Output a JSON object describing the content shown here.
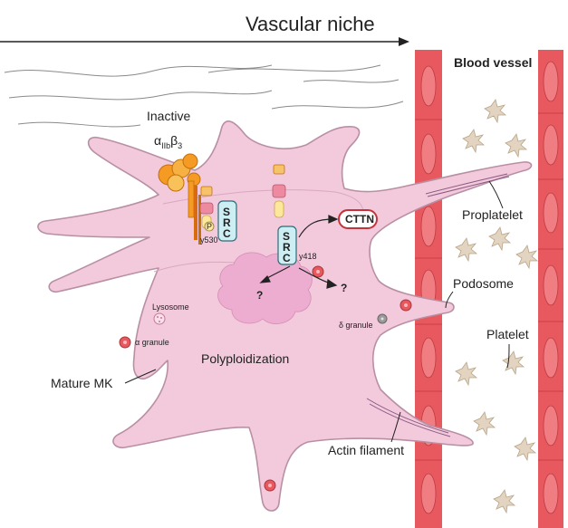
{
  "figure": {
    "title": "Vascular niche",
    "labels": {
      "blood_vessel": "Blood vessel",
      "inactive_line1": "Inactive",
      "integrin_alpha": "α",
      "integrin_alpha_sub": "IIb",
      "integrin_beta": "β",
      "integrin_beta_sub": "3",
      "src_left_text": "SRC",
      "src_left_site": "y530",
      "src_right_text": "SRC",
      "src_right_site": "y418",
      "phospho_mark": "P",
      "cttn": "CTTN",
      "question_1": "?",
      "question_2": "?",
      "proplatelet": "Proplatelet",
      "podosome": "Podosome",
      "platelet": "Platelet",
      "lysosome": "Lysosome",
      "alpha_granule": "α granule",
      "delta_granule": "δ granule",
      "polyploidization": "Polyploidization",
      "mature_mk": "Mature MK",
      "actin_filament": "Actin filament"
    },
    "colors": {
      "cell_fill": "#f3c9dc",
      "cell_outline": "#b98fa3",
      "vessel_fill": "#e8585f",
      "vessel_cell": "#f07d81",
      "nucleus": "#edadd0",
      "integrin_orange": "#f59a23",
      "src_box": "#cdeff4",
      "platelet_fill": "#e2d4c0",
      "granule_red": "#e8585f",
      "cttn_stroke": "#c6323b"
    }
  }
}
